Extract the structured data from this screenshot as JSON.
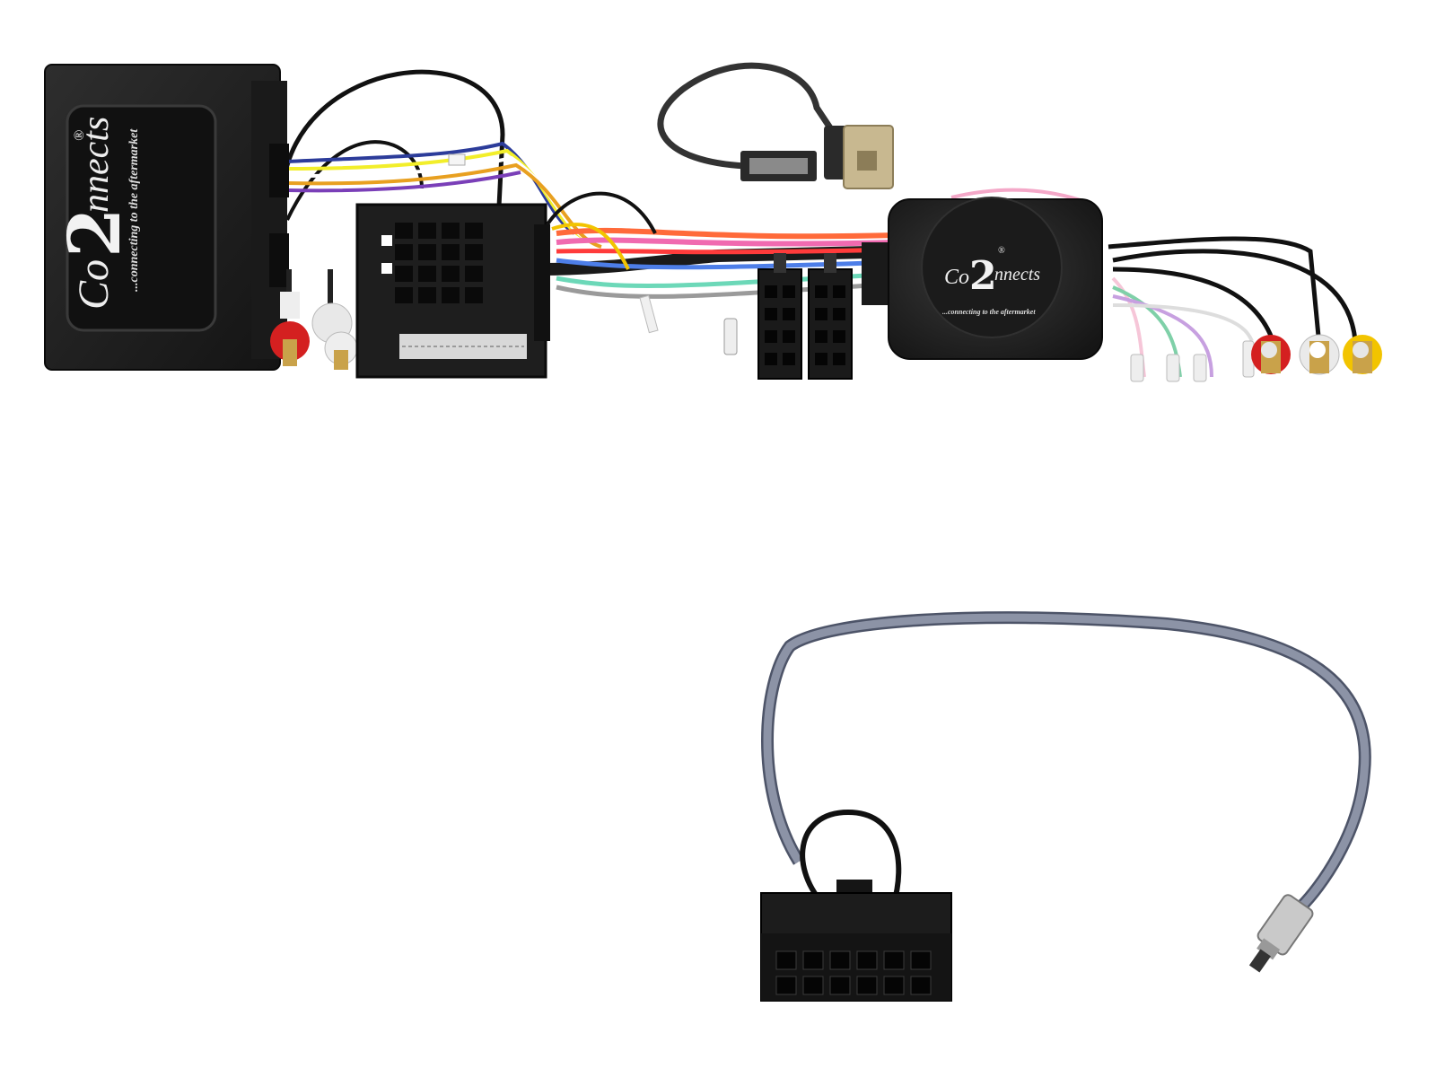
{
  "product_photo": {
    "interface_box": {
      "brand_prefix": "Co",
      "brand_digit": "2",
      "brand_suffix": "nnects",
      "registered_mark": "®",
      "tagline": "...connecting to the aftermarket"
    },
    "control_module": {
      "brand_prefix": "Co",
      "brand_digit": "2",
      "brand_suffix": "nnects",
      "registered_mark": "®",
      "tagline": "...connecting to the aftermarket"
    },
    "colors": {
      "background": "#ffffff",
      "housing": "#1c1c1c",
      "rca_red": "#d42020",
      "rca_white": "#e8e8e8",
      "rca_yellow": "#f2c400",
      "fakra_connector": "#c8b890",
      "aerial_cable": "#8c93a6"
    }
  }
}
